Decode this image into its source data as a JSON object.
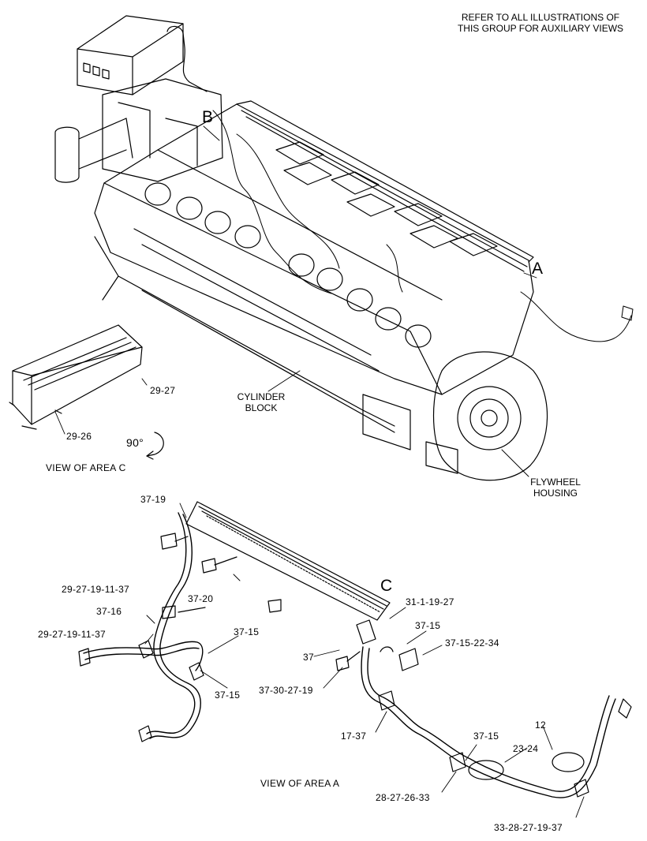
{
  "note": {
    "line1": "REFER TO ALL ILLUSTRATIONS OF",
    "line2": "THIS GROUP FOR AUXILIARY VIEWS"
  },
  "callouts": {
    "a": "A",
    "b": "B",
    "c": "C"
  },
  "engine": {
    "cylinder_block_1": "CYLINDER",
    "cylinder_block_2": "BLOCK",
    "flywheel_1": "FLYWHEEL",
    "flywheel_2": "HOUSING"
  },
  "area_c": {
    "p1": "29-27",
    "p2": "29-26",
    "rotation": "90°",
    "view_title": "VIEW OF AREA C"
  },
  "area_a": {
    "view_title": "VIEW OF AREA A",
    "parts": {
      "p37_19": "37-19",
      "p29_27_19_11_37_a": "29-27-19-11-37",
      "p37_20": "37-20",
      "p37_16": "37-16",
      "p29_27_19_11_37_b": "29-27-19-11-37",
      "p37_15_a": "37-15",
      "p37_15_b": "37-15",
      "p31_1_19_27": "31-1-19-27",
      "p37_15_c": "37-15",
      "p37_15_22_34": "37-15-22-34",
      "p37": "37",
      "p37_30_27_19": "37-30-27-19",
      "p17_37": "17-37",
      "p37_15_d": "37-15",
      "p12": "12",
      "p23_24": "23-24",
      "p28_27_26_33": "28-27-26-33",
      "p33_28_27_19_37": "33-28-27-19-37"
    }
  }
}
